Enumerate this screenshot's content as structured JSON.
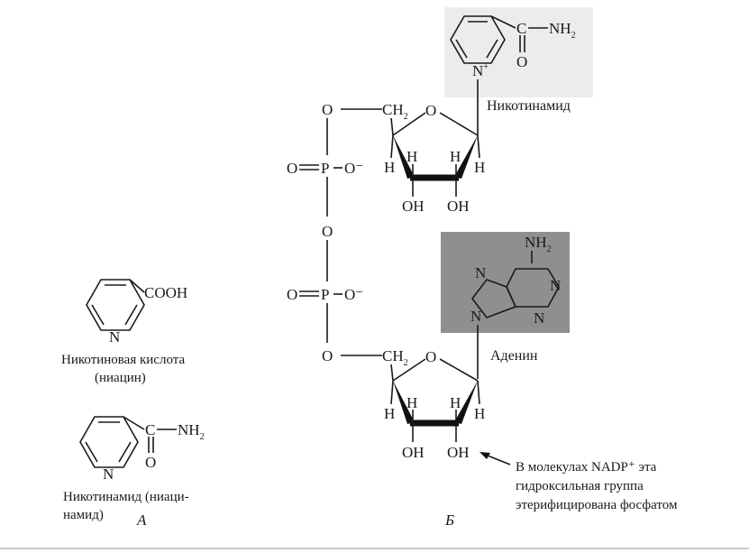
{
  "colors": {
    "adenine_box": "#8f8f8f",
    "ink": "#1a1a1a",
    "nicotinamide_shade": "#ececec"
  },
  "panel_a": {
    "letter": "А",
    "acid": {
      "group": "COOH",
      "ring_n": "N",
      "caption_line1": "Никотиновая кислота",
      "caption_line2": "(ниацин)"
    },
    "amide": {
      "carbon": "C",
      "nh": "NH",
      "nh_sub": "2",
      "oxygen": "O",
      "ring_n": "N",
      "caption_line1": "Никотинамид (ниаци-",
      "caption_line2": "намид)"
    }
  },
  "panel_b": {
    "letter": "Б",
    "top_carboxamide": {
      "carbon": "C",
      "nh": "NH",
      "nh_sub": "2",
      "oxygen": "O",
      "ring_n": "N",
      "ring_charge": "+"
    },
    "nicotinamide_label": "Никотинамид",
    "adenine_label": "Аденин",
    "adenine_nh": "NH",
    "adenine_nh_sub": "2",
    "adenine_n": "N",
    "phosphate_o": "O",
    "phosphate_p": "P",
    "phosphate_ominus": "O⁻",
    "ch": "CH",
    "ch_sub": "2",
    "h": "H",
    "oh": "OH",
    "note_line1": "В молекулах NADP⁺ эта",
    "note_line2": "гидроксильная группа",
    "note_line3": "этерифицирована фосфатом"
  }
}
